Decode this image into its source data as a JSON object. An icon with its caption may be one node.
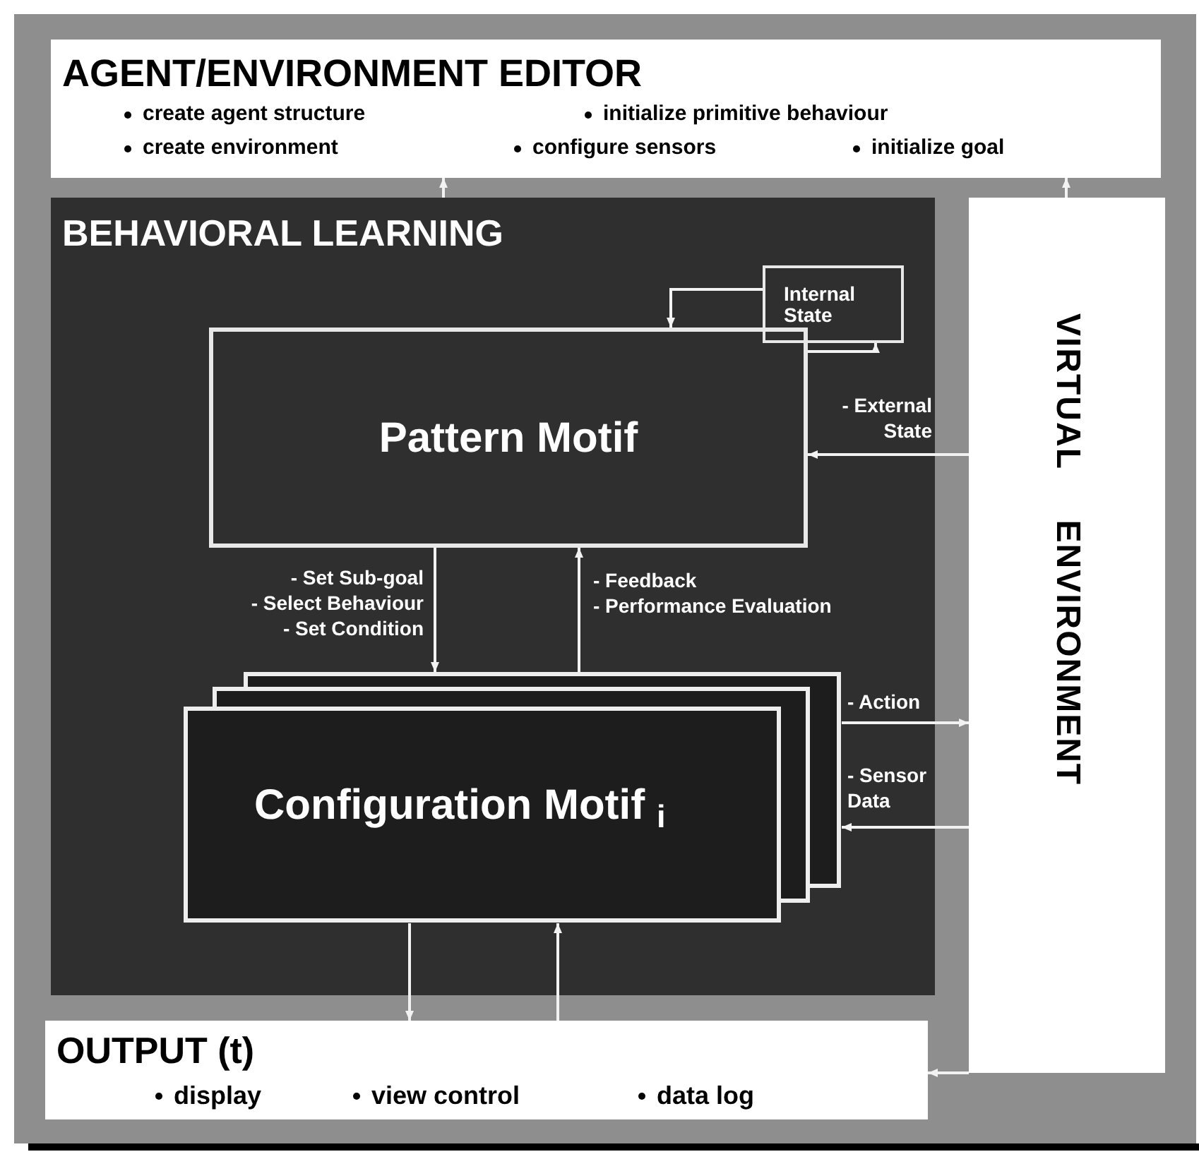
{
  "diagram": {
    "nodes": [
      {
        "text": [
          "AGENT/ENVIRONMENT EDITOR",
          "create agent structure",
          "initialize primitive behaviour",
          "create environment",
          "configure sensors",
          "initialize goal"
        ]
      },
      {
        "text": [
          "BEHAVIORAL LEARNING"
        ]
      },
      {
        "text": [
          "Internal State"
        ],
        "in": 1
      },
      {
        "text": [
          "Pattern Motif"
        ],
        "in": 1
      },
      {
        "text": [
          "Configuration Motif $_{i}$"
        ],
        "in": 1
      },
      {
        "text": [
          "VIRTUAL ENVIRONMENT"
        ]
      },
      {
        "text": [
          "OUTPUT (t)",
          "display",
          "view control",
          "data log"
        ]
      }
    ],
    "edges": [
      {
        "from": 1,
        "to": 0,
        "arrow": "to"
      },
      {
        "from": 5,
        "to": 0,
        "arrow": "to"
      },
      {
        "from": 2,
        "to": 3,
        "arrow": "to"
      },
      {
        "from": 3,
        "to": 2,
        "arrow": "to"
      },
      {
        "from": 5,
        "to": 3,
        "arrow": "to",
        "label": "- External State"
      },
      {
        "from": 3,
        "to": 4,
        "arrow": "to",
        "label": "- Set Sub-goal - Select Behaviour - Set Condition"
      },
      {
        "from": 4,
        "to": 3,
        "arrow": "to",
        "label": "- Feedback - Performance Evaluation"
      },
      {
        "from": 4,
        "to": 5,
        "arrow": "to",
        "label": "- Action"
      },
      {
        "from": 5,
        "to": 4,
        "arrow": "to",
        "label": "- Sensor Data"
      },
      {
        "from": 4,
        "to": 6,
        "arrow": "to"
      },
      {
        "from": 6,
        "to": 4,
        "arrow": "to"
      },
      {
        "from": 5,
        "to": 6,
        "arrow": "to"
      }
    ]
  }
}
